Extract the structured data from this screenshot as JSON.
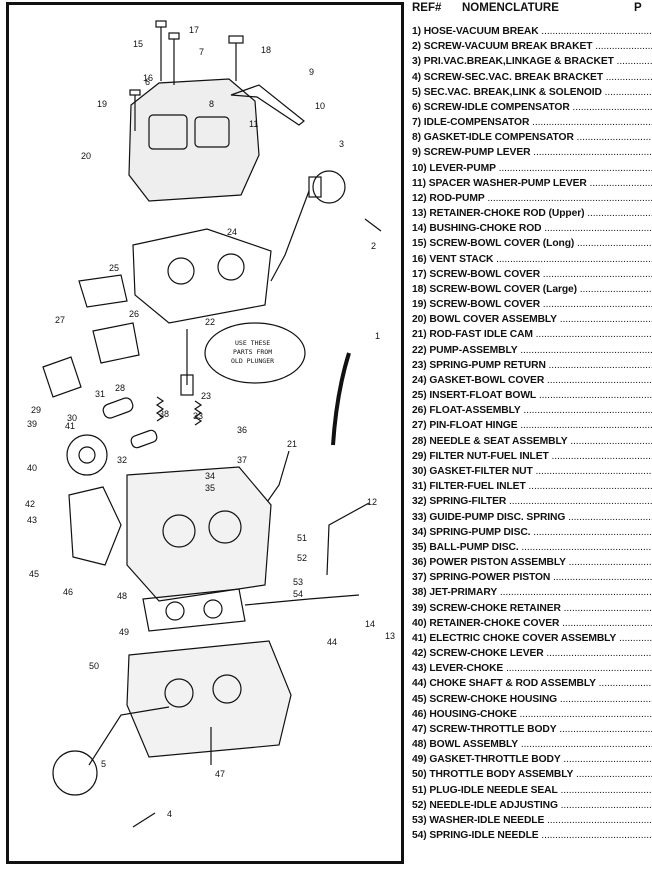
{
  "list_header": {
    "ref": "REF#",
    "nomenclature": "NOMENCLATURE",
    "part_no": "P"
  },
  "diagram": {
    "callout_numbers": [
      "1",
      "2",
      "3",
      "4",
      "5",
      "6",
      "7",
      "8",
      "9",
      "10",
      "11",
      "12",
      "13",
      "14",
      "15",
      "16",
      "17",
      "18",
      "19",
      "20",
      "21",
      "22",
      "23",
      "24",
      "25",
      "26",
      "27",
      "28",
      "29",
      "30",
      "31",
      "32",
      "33",
      "34",
      "35",
      "36",
      "37",
      "38",
      "39",
      "40",
      "41",
      "42",
      "43",
      "44",
      "45",
      "46",
      "47",
      "48",
      "49",
      "50",
      "51",
      "52",
      "53",
      "54"
    ],
    "note_text": [
      "USE THESE",
      "PARTS FROM",
      "OLD PLUNGER"
    ]
  },
  "parts": [
    "1) HOSE-VACUUM BREAK",
    "2) SCREW-VACUUM BREAK BRAKET",
    "3) PRI.VAC.BREAK,LINKAGE & BRACKET",
    "4) SCREW-SEC.VAC. BREAK BRACKET",
    "5) SEC.VAC. BREAK,LINK & SOLENOID",
    "6) SCREW-IDLE COMPENSATOR",
    "7) IDLE-COMPENSATOR",
    "8) GASKET-IDLE COMPENSATOR",
    "9) SCREW-PUMP LEVER",
    "10) LEVER-PUMP",
    "11) SPACER WASHER-PUMP LEVER",
    "12) ROD-PUMP",
    "13) RETAINER-CHOKE ROD (Upper)",
    "14) BUSHING-CHOKE ROD",
    "15) SCREW-BOWL COVER (Long)",
    "16) VENT STACK",
    "17) SCREW-BOWL COVER",
    "18) SCREW-BOWL COVER (Large)",
    "19) SCREW-BOWL COVER",
    "20) BOWL COVER ASSEMBLY",
    "21) ROD-FAST IDLE CAM",
    "22) PUMP-ASSEMBLY",
    "23) SPRING-PUMP RETURN",
    "24) GASKET-BOWL COVER",
    "25) INSERT-FLOAT BOWL",
    "26) FLOAT-ASSEMBLY",
    "27) PIN-FLOAT HINGE",
    "28) NEEDLE & SEAT ASSEMBLY",
    "29) FILTER NUT-FUEL INLET",
    "30) GASKET-FILTER NUT",
    "31) FILTER-FUEL INLET",
    "32) SPRING-FILTER",
    "33) GUIDE-PUMP DISC. SPRING",
    "34) SPRING-PUMP DISC.",
    "35) BALL-PUMP DISC.",
    "36) POWER PISTON ASSEMBLY",
    "37) SPRING-POWER PISTON",
    "38) JET-PRIMARY",
    "39) SCREW-CHOKE RETAINER",
    "40) RETAINER-CHOKE COVER",
    "41) ELECTRIC CHOKE COVER ASSEMBLY",
    "42) SCREW-CHOKE LEVER",
    "43) LEVER-CHOKE",
    "44) CHOKE SHAFT & ROD ASSEMBLY",
    "45) SCREW-CHOKE HOUSING",
    "46) HOUSING-CHOKE",
    "47) SCREW-THROTTLE BODY",
    "48) BOWL ASSEMBLY",
    "49) GASKET-THROTTLE BODY",
    "50) THROTTLE BODY ASSEMBLY",
    "51) PLUG-IDLE NEEDLE SEAL",
    "52) NEEDLE-IDLE ADJUSTING",
    "53) WASHER-IDLE NEEDLE",
    "54) SPRING-IDLE NEEDLE"
  ]
}
